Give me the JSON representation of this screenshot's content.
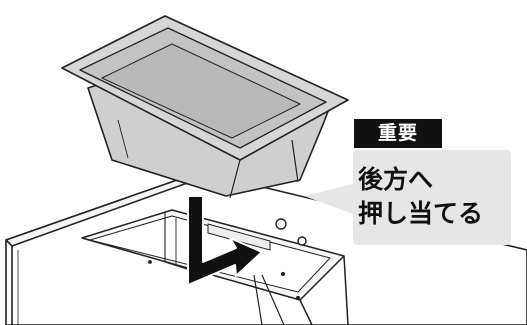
{
  "callout": {
    "badge": "重要",
    "line1": "後方へ",
    "line2": "押し当てる"
  },
  "colors": {
    "outline": "#222222",
    "tray_fill": "#d0d0d0",
    "tray_inner": "#c4c4c4",
    "callout_fill": "#e6e6e6",
    "badge_fill": "#111111",
    "arrow_fill": "#111111"
  }
}
